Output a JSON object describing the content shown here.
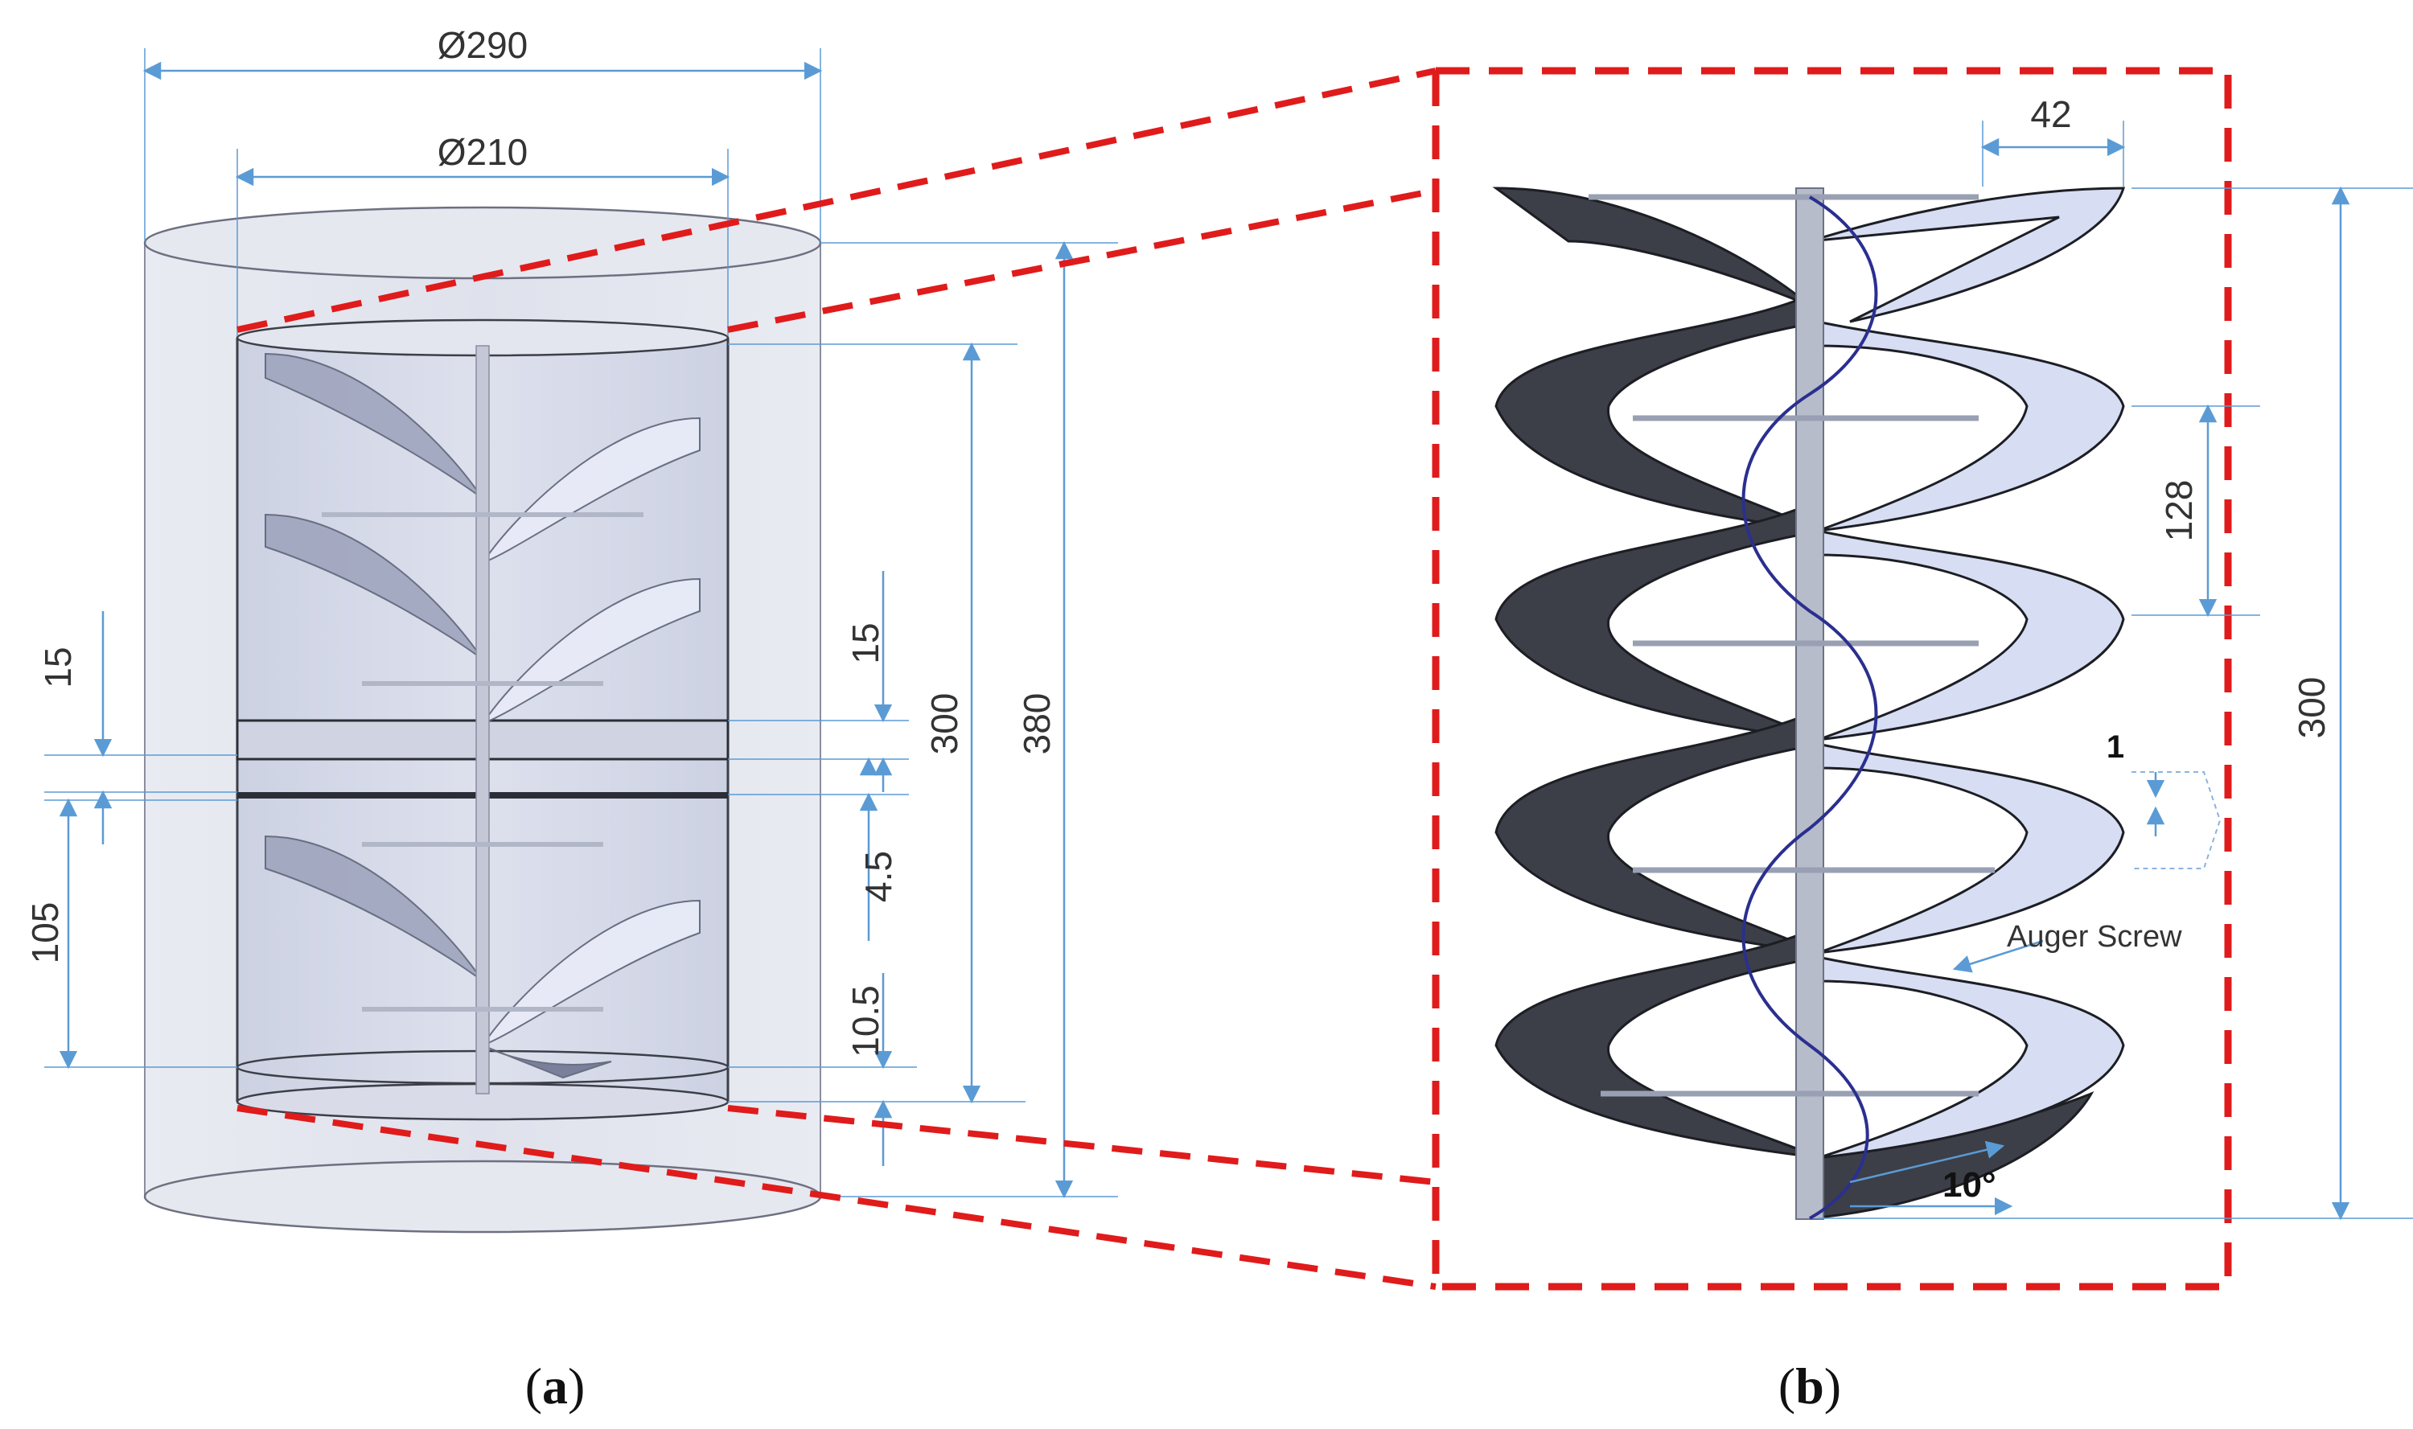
{
  "panel_a": {
    "caption_open": "(",
    "caption_letter": "a",
    "caption_close": ")",
    "dims": {
      "outer_diameter": "Ø290",
      "inner_diameter": "Ø210",
      "top_gap": "15",
      "lower_height": "105",
      "mid_gap": "15",
      "auger_height": "300",
      "total_height": "380",
      "ring_thickness": "4.5",
      "bottom_gap": "10.5"
    }
  },
  "panel_b": {
    "caption_open": "(",
    "caption_letter": "b",
    "caption_close": ")",
    "dims": {
      "blade_width": "42",
      "pitch": "128",
      "height": "300",
      "thickness": "1",
      "angle": "10°"
    },
    "label_auger": "Auger Screw"
  },
  "colors": {
    "zoom_lines": "#e01b1b",
    "dimension_lines": "#5b9bd5",
    "blade_dark": "#3c3f47",
    "blade_light": "#d7ddf2",
    "cylinder_fill": "#e3e5ee",
    "shaft": "#b7bccb",
    "auger_curve": "#2a2f8f"
  }
}
